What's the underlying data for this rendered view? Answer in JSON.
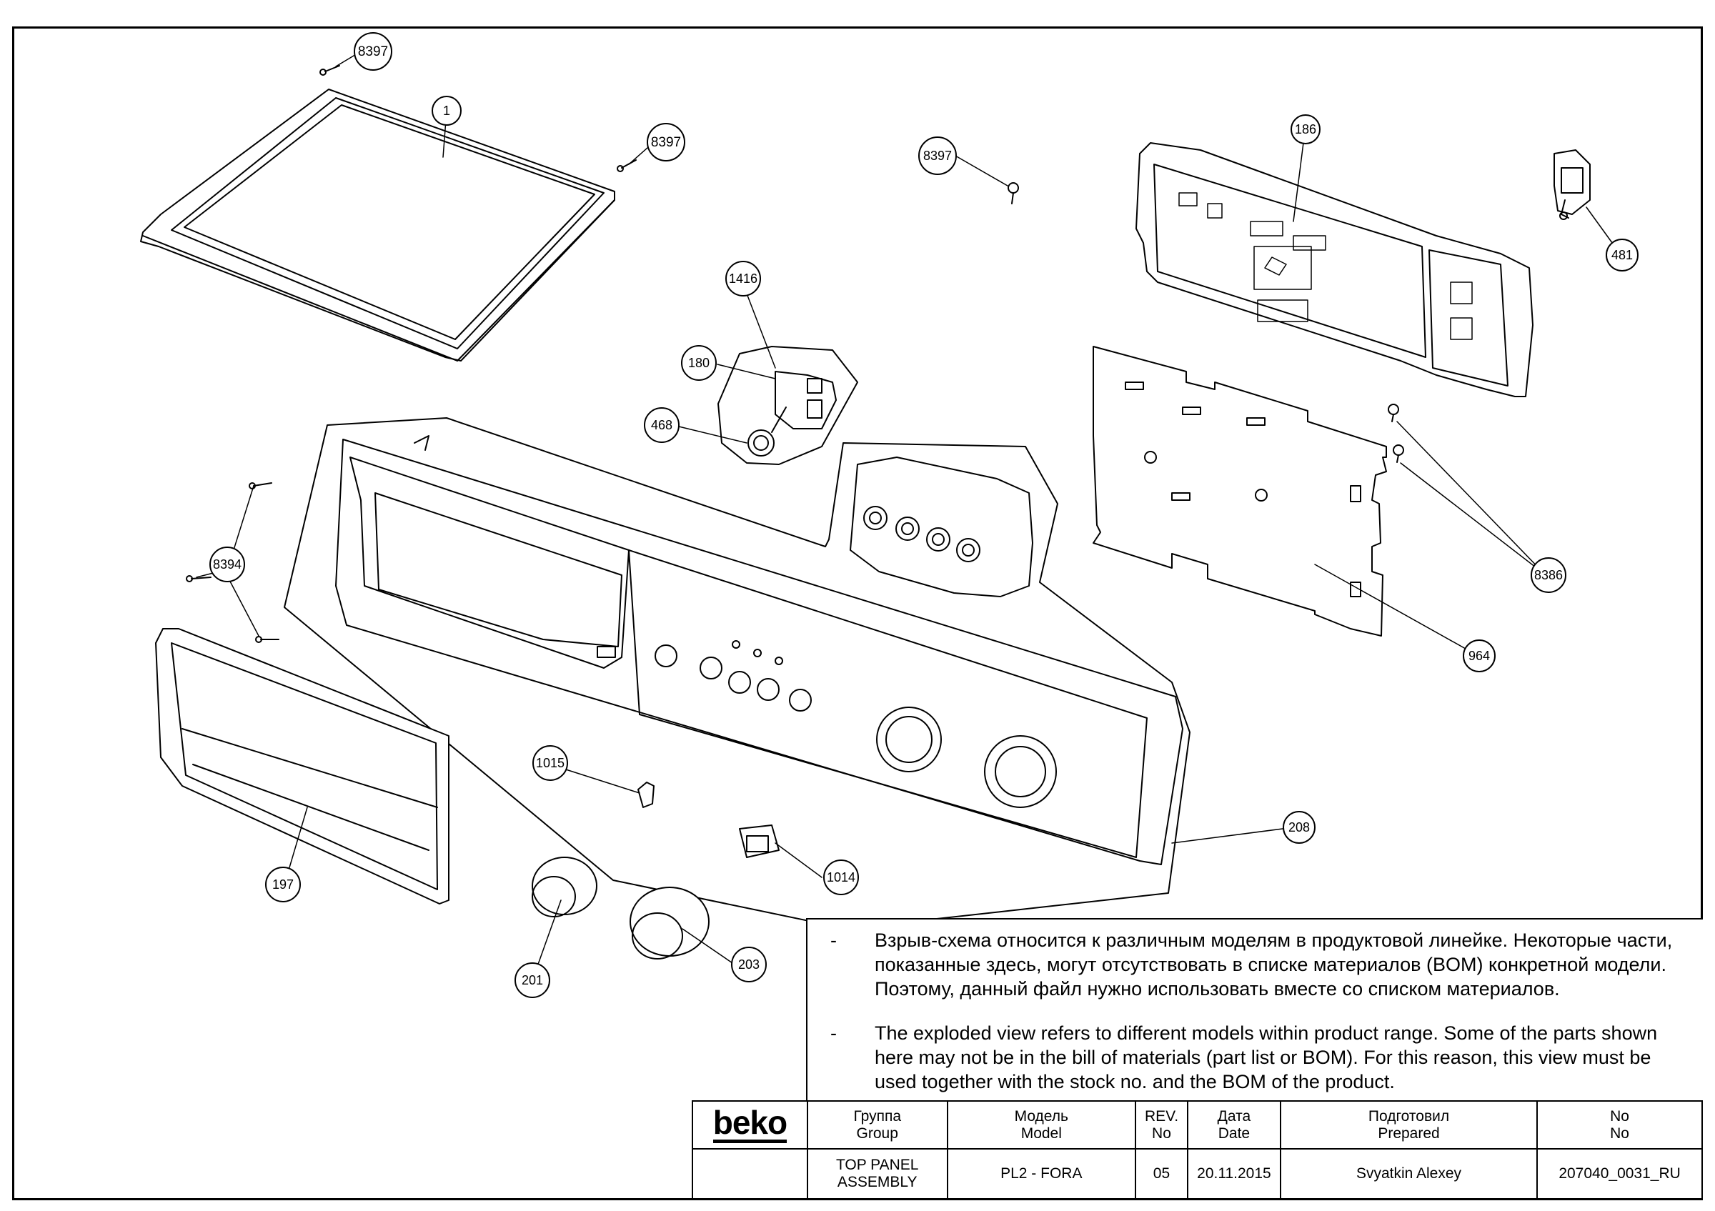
{
  "callouts": [
    {
      "label": "8397",
      "name": "callout-8397-top-left"
    },
    {
      "label": "1",
      "name": "callout-1"
    },
    {
      "label": "8397",
      "name": "callout-8397-top-panel-right"
    },
    {
      "label": "8397",
      "name": "callout-8397-center"
    },
    {
      "label": "186",
      "name": "callout-186"
    },
    {
      "label": "481",
      "name": "callout-481"
    },
    {
      "label": "1416",
      "name": "callout-1416"
    },
    {
      "label": "180",
      "name": "callout-180"
    },
    {
      "label": "468",
      "name": "callout-468"
    },
    {
      "label": "8394",
      "name": "callout-8394"
    },
    {
      "label": "8386",
      "name": "callout-8386"
    },
    {
      "label": "964",
      "name": "callout-964"
    },
    {
      "label": "1015",
      "name": "callout-1015"
    },
    {
      "label": "208",
      "name": "callout-208"
    },
    {
      "label": "1014",
      "name": "callout-1014"
    },
    {
      "label": "197",
      "name": "callout-197"
    },
    {
      "label": "201",
      "name": "callout-201"
    },
    {
      "label": "203",
      "name": "callout-203"
    }
  ],
  "notes": {
    "dash": "-",
    "ru": "Взрыв-схема относится к различным моделям в продуктовой линейке. Некоторые части, показанные здесь, могут отсутствовать в списке материалов (BOM) конкретной модели. Поэтому, данный файл нужно использовать вместе со списком материалов.",
    "en": "The exploded view refers to different models within product range. Some of the parts shown here may not be in the bill of materials (part list or BOM). For this reason, this view must be used together with the stock no. and the BOM of the product."
  },
  "title_block": {
    "logo": "beko",
    "headers": {
      "group_ru": "Группа",
      "group_en": "Group",
      "model_ru": "Модель",
      "model_en": "Model",
      "rev_1": "REV.",
      "rev_2": "No",
      "date_ru": "Дата",
      "date_en": "Date",
      "prepared_ru": "Подготовил",
      "prepared_en": "Prepared",
      "no_1": "No",
      "no_2": "No"
    },
    "values": {
      "group_1": "TOP PANEL",
      "group_2": "ASSEMBLY",
      "model": "PL2 - FORA",
      "rev": "05",
      "date": "20.11.2015",
      "prepared": "Svyatkin Alexey",
      "no": "207040_0031_RU"
    }
  }
}
